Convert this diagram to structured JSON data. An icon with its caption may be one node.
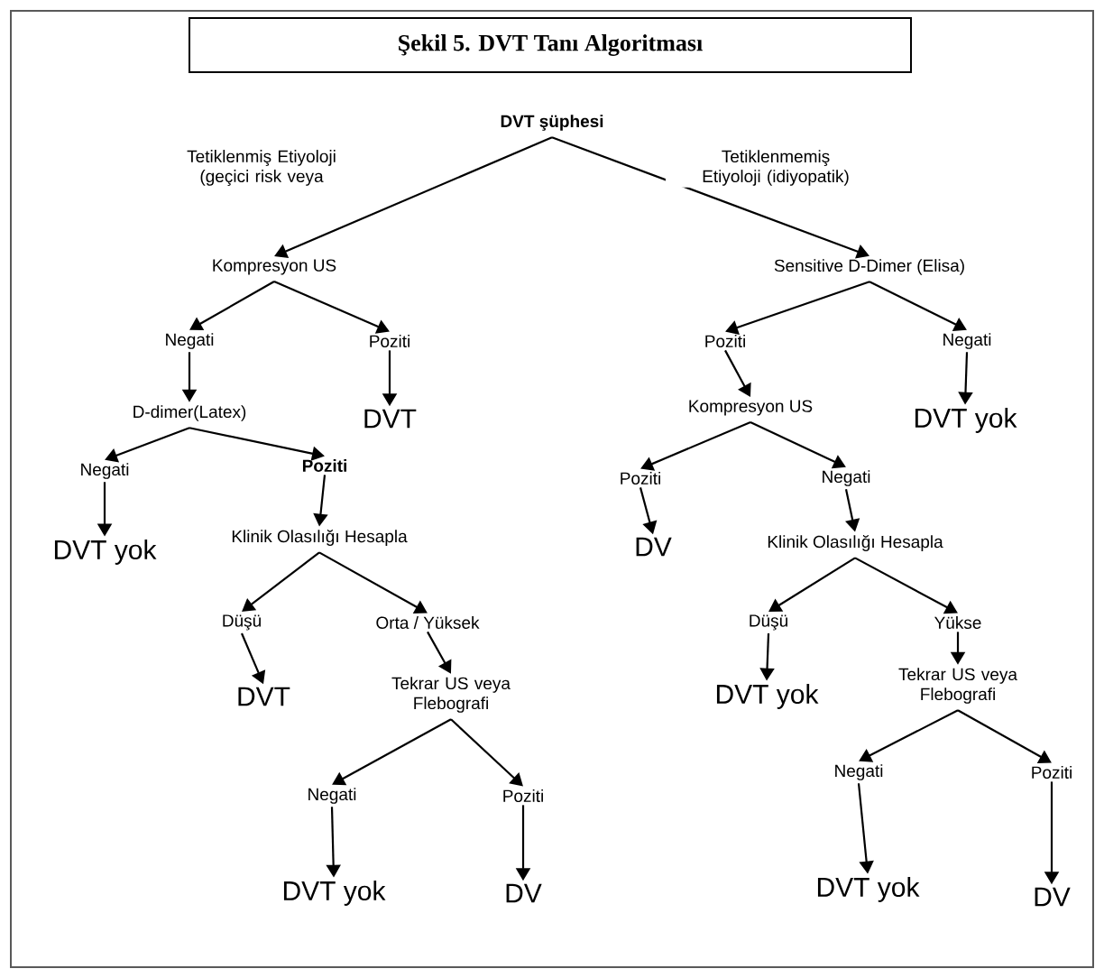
{
  "diagram": {
    "title": "Şekil 5. DVT Tanı Algoritması",
    "nodes": [
      {
        "text": [
          "DVT şüphesi"
        ]
      },
      {
        "text": [
          "Kompresyon US"
        ]
      },
      {
        "text": [
          "Sensitive D-Dimer (Elisa)"
        ]
      },
      {
        "text": [
          "Negati"
        ]
      },
      {
        "text": [
          "Poziti"
        ]
      },
      {
        "text": [
          "D-dimer(Latex)"
        ]
      },
      {
        "text": [
          "DVT"
        ]
      },
      {
        "text": [
          "Negati"
        ]
      },
      {
        "text": [
          "Poziti"
        ]
      },
      {
        "text": [
          "DVT yok"
        ]
      },
      {
        "text": [
          "Klinik Olasılığı Hesapla"
        ]
      },
      {
        "text": [
          "Düşü"
        ]
      },
      {
        "text": [
          "Orta / Yüksek"
        ]
      },
      {
        "text": [
          "DVT"
        ]
      },
      {
        "text": [
          "Tekrar US veya Flebografi"
        ]
      },
      {
        "text": [
          "Negati"
        ]
      },
      {
        "text": [
          "Poziti"
        ]
      },
      {
        "text": [
          "DVT yok"
        ]
      },
      {
        "text": [
          "DV"
        ]
      },
      {
        "text": [
          "Poziti"
        ]
      },
      {
        "text": [
          "Negati"
        ]
      },
      {
        "text": [
          "Kompresyon US"
        ]
      },
      {
        "text": [
          "DVT  yok"
        ]
      },
      {
        "text": [
          "Poziti"
        ]
      },
      {
        "text": [
          "Negati"
        ]
      },
      {
        "text": [
          "DV"
        ]
      },
      {
        "text": [
          "Klinik Olasılığı Hesapla"
        ]
      },
      {
        "text": [
          "Düşü"
        ]
      },
      {
        "text": [
          "Yükse"
        ]
      },
      {
        "text": [
          "DVT yok"
        ]
      },
      {
        "text": [
          "Tekrar US veya Flebografi"
        ]
      },
      {
        "text": [
          "Negati"
        ]
      },
      {
        "text": [
          "Poziti"
        ]
      },
      {
        "text": [
          "DVT yok"
        ]
      },
      {
        "text": [
          "DV"
        ]
      }
    ],
    "edges": [
      {
        "from": 0,
        "to": 1,
        "arrow": "to",
        "label": "Tetiklenmiş Etiyoloji (geçici risk veya"
      },
      {
        "from": 0,
        "to": 2,
        "arrow": "to",
        "label": "Tetiklenmemiş Etiyoloji (idiyopatik)"
      },
      {
        "from": 1,
        "to": 3,
        "arrow": "to"
      },
      {
        "from": 1,
        "to": 4,
        "arrow": "to"
      },
      {
        "from": 3,
        "to": 5,
        "arrow": "to"
      },
      {
        "from": 4,
        "to": 6,
        "arrow": "to"
      },
      {
        "from": 5,
        "to": 7,
        "arrow": "to"
      },
      {
        "from": 5,
        "to": 8,
        "arrow": "to"
      },
      {
        "from": 7,
        "to": 9,
        "arrow": "to"
      },
      {
        "from": 8,
        "to": 10,
        "arrow": "to"
      },
      {
        "from": 10,
        "to": 11,
        "arrow": "to"
      },
      {
        "from": 10,
        "to": 12,
        "arrow": "to"
      },
      {
        "from": 11,
        "to": 13,
        "arrow": "to"
      },
      {
        "from": 12,
        "to": 14,
        "arrow": "to"
      },
      {
        "from": 14,
        "to": 15,
        "arrow": "to"
      },
      {
        "from": 14,
        "to": 16,
        "arrow": "to"
      },
      {
        "from": 15,
        "to": 17,
        "arrow": "to"
      },
      {
        "from": 16,
        "to": 18,
        "arrow": "to"
      },
      {
        "from": 2,
        "to": 19,
        "arrow": "to"
      },
      {
        "from": 2,
        "to": 20,
        "arrow": "to"
      },
      {
        "from": 19,
        "to": 21,
        "arrow": "to"
      },
      {
        "from": 20,
        "to": 22,
        "arrow": "to"
      },
      {
        "from": 21,
        "to": 23,
        "arrow": "to"
      },
      {
        "from": 21,
        "to": 24,
        "arrow": "to"
      },
      {
        "from": 23,
        "to": 25,
        "arrow": "to"
      },
      {
        "from": 24,
        "to": 26,
        "arrow": "to"
      },
      {
        "from": 26,
        "to": 27,
        "arrow": "to"
      },
      {
        "from": 26,
        "to": 28,
        "arrow": "to"
      },
      {
        "from": 27,
        "to": 29,
        "arrow": "to"
      },
      {
        "from": 28,
        "to": 30,
        "arrow": "to"
      },
      {
        "from": 30,
        "to": 31,
        "arrow": "to"
      },
      {
        "from": 30,
        "to": 32,
        "arrow": "to"
      },
      {
        "from": 31,
        "to": 33,
        "arrow": "to"
      },
      {
        "from": 32,
        "to": 34,
        "arrow": "to"
      }
    ]
  }
}
